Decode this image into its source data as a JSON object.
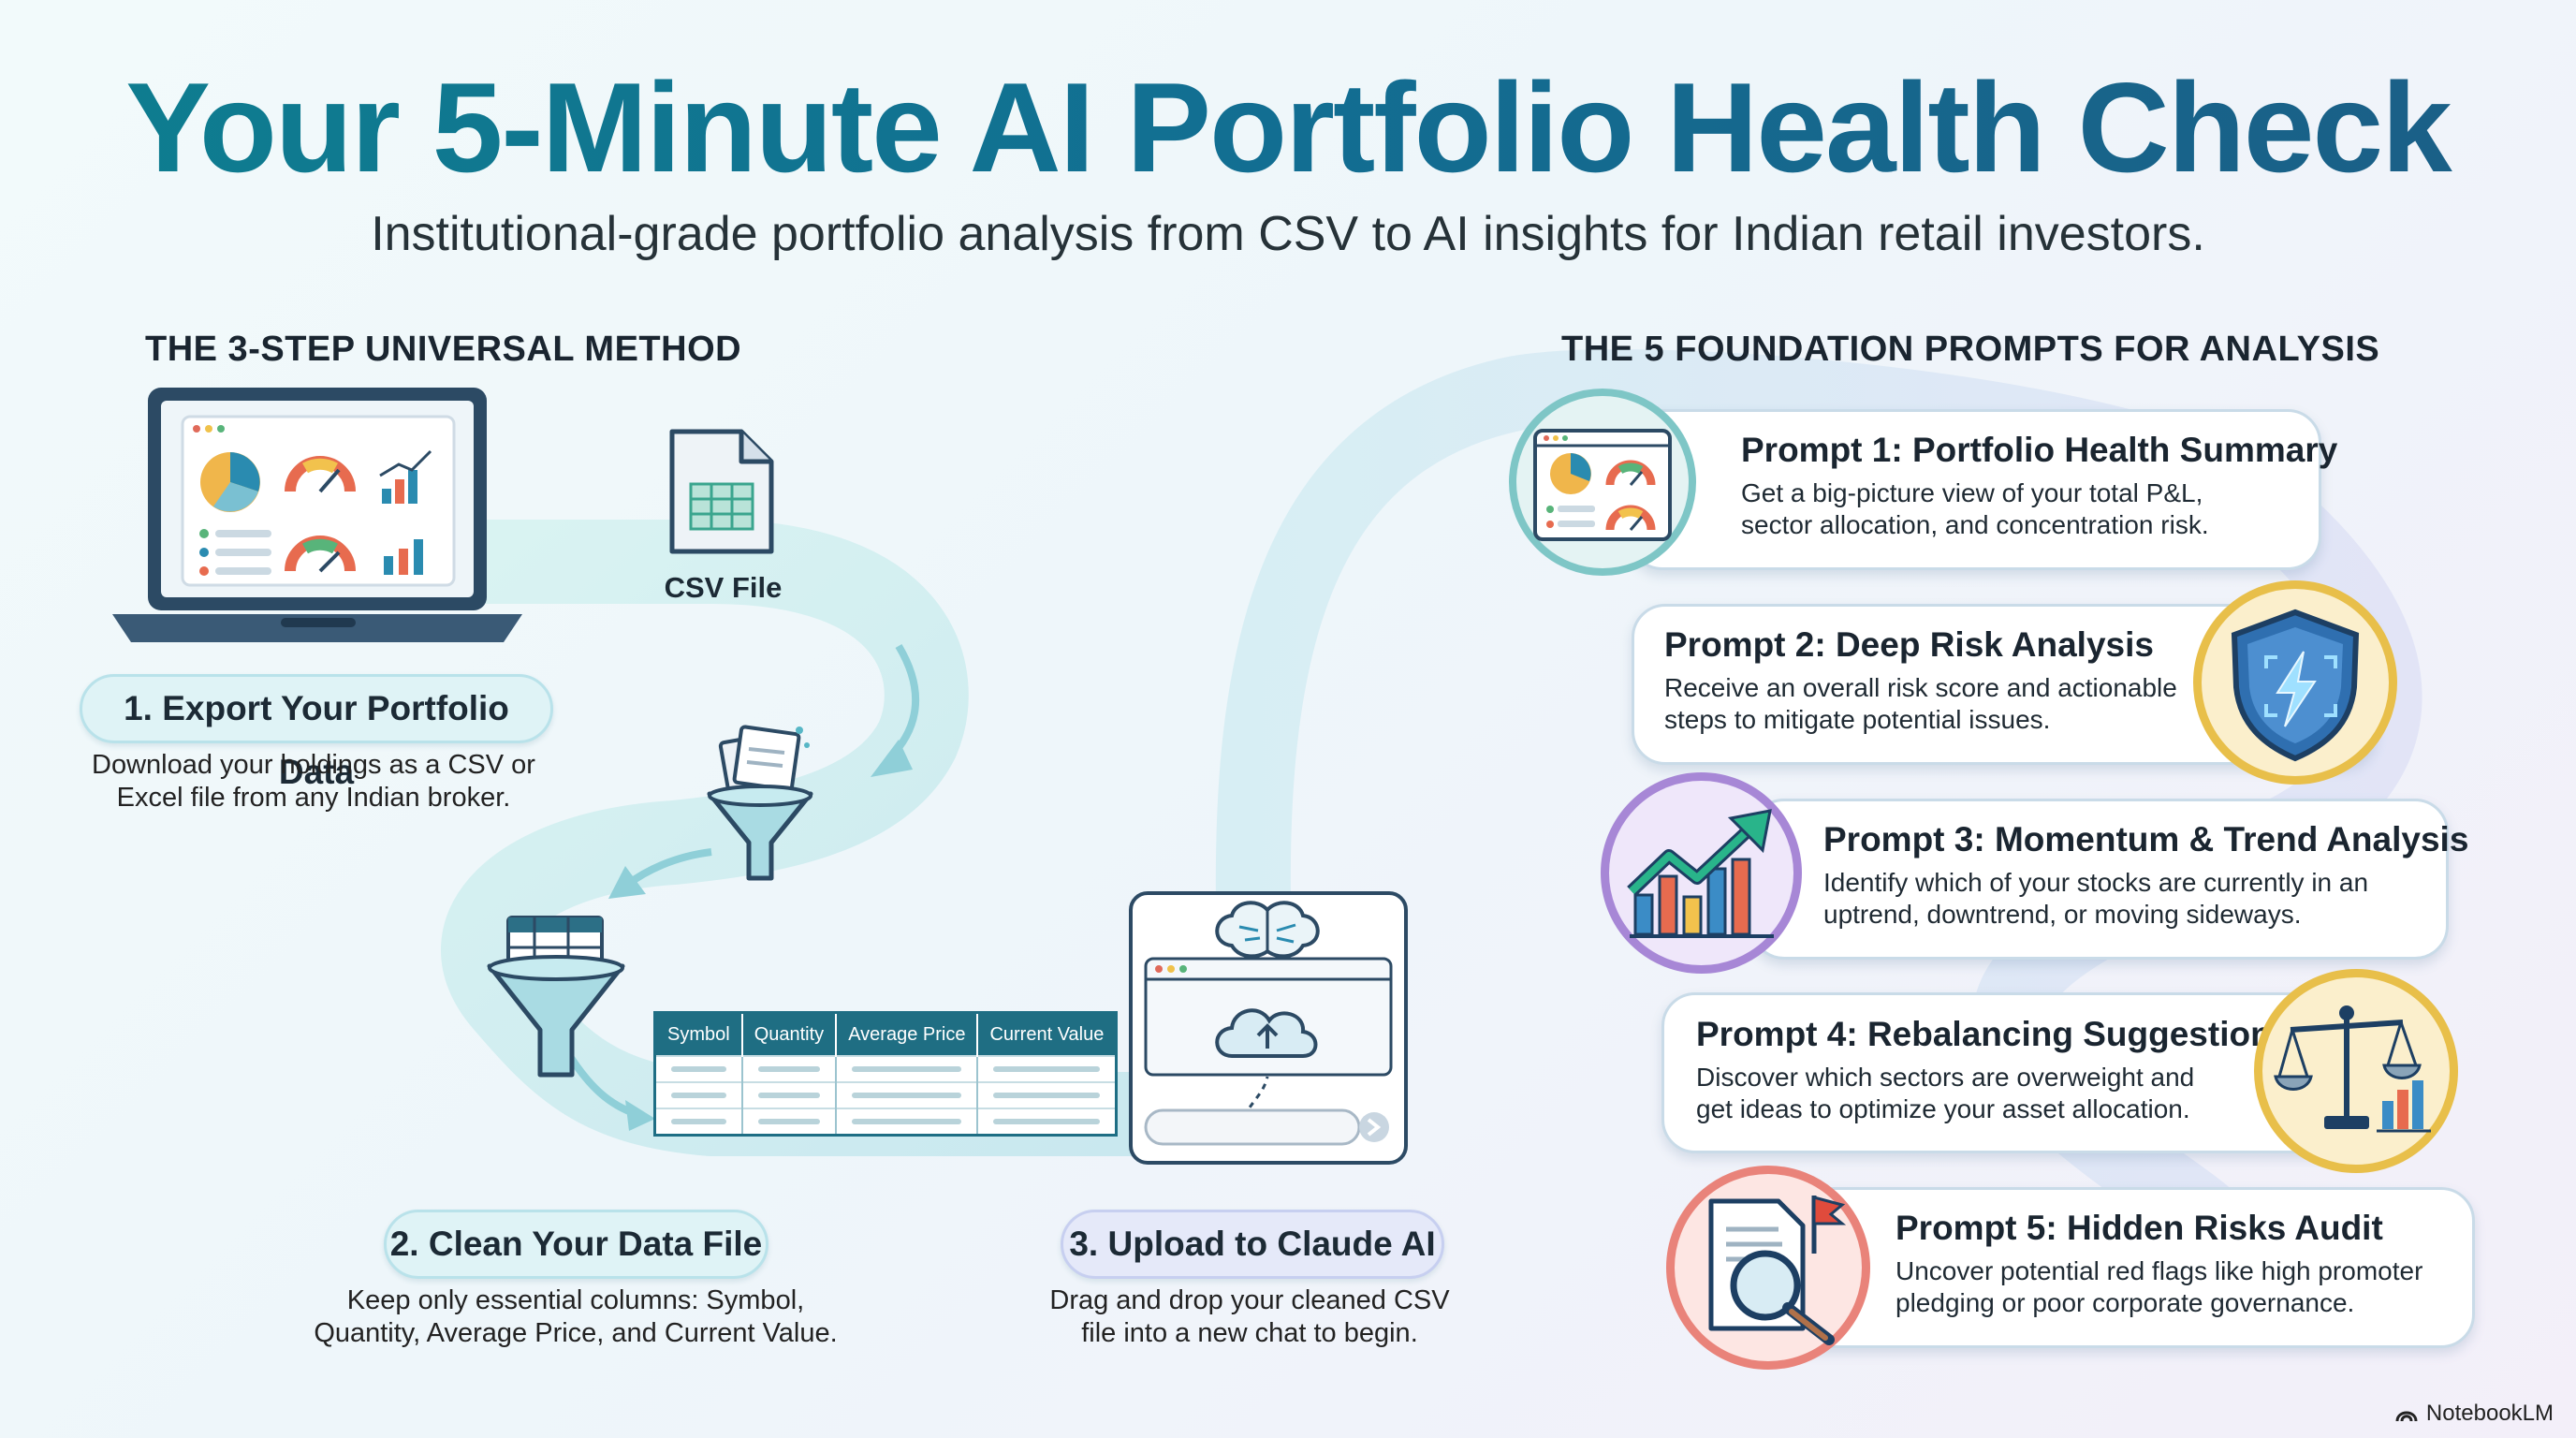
{
  "title": "Your 5-Minute AI Portfolio Health Check",
  "subtitle": "Institutional-grade portfolio analysis from CSV to AI insights for Indian retail investors.",
  "left_section": {
    "heading": "THE 3-STEP UNIVERSAL METHOD",
    "csv_file_label": "CSV File",
    "steps": [
      {
        "label": "1. Export Your Portfolio Data",
        "desc_lines": [
          "Download your holdings as a CSV or",
          "Excel file from any Indian broker."
        ]
      },
      {
        "label": "2. Clean Your Data File",
        "desc_lines": [
          "Keep only essential columns: Symbol,",
          "Quantity, Average Price, and Current Value."
        ]
      },
      {
        "label": "3. Upload to Claude AI",
        "desc_lines": [
          "Drag and drop your cleaned CSV",
          "file into a new chat to begin."
        ]
      }
    ],
    "table_columns": [
      "Symbol",
      "Quantity",
      "Average Price",
      "Current Value"
    ]
  },
  "right_section": {
    "heading": "THE 5 FOUNDATION PROMPTS FOR ANALYSIS",
    "prompts": [
      {
        "title": "Prompt 1: Portfolio Health Summary",
        "desc_lines": [
          "Get a big-picture view of your total P&L,",
          "sector allocation, and concentration risk."
        ],
        "icon": "dashboard-icon"
      },
      {
        "title": "Prompt 2: Deep Risk Analysis",
        "desc_lines": [
          "Receive an overall risk score and actionable",
          "steps to mitigate potential issues."
        ],
        "icon": "shield-icon"
      },
      {
        "title": "Prompt 3: Momentum & Trend Analysis",
        "desc_lines": [
          "Identify which of your stocks are currently in an",
          "uptrend, downtrend, or moving sideways."
        ],
        "icon": "trend-chart-icon"
      },
      {
        "title": "Prompt 4: Rebalancing Suggestions",
        "desc_lines": [
          "Discover which sectors are overweight and",
          "get ideas to optimize your asset allocation."
        ],
        "icon": "balance-scale-icon"
      },
      {
        "title": "Prompt 5: Hidden Risks Audit",
        "desc_lines": [
          "Uncover potential red flags like high promoter",
          "pledging or poor corporate governance."
        ],
        "icon": "magnifier-document-icon"
      }
    ]
  },
  "footer": {
    "brand": "NotebookLM"
  },
  "colors": {
    "title_teal": "#0f6f86",
    "ribbon": "#cdeef0",
    "card_border": "#c9dbe8"
  }
}
